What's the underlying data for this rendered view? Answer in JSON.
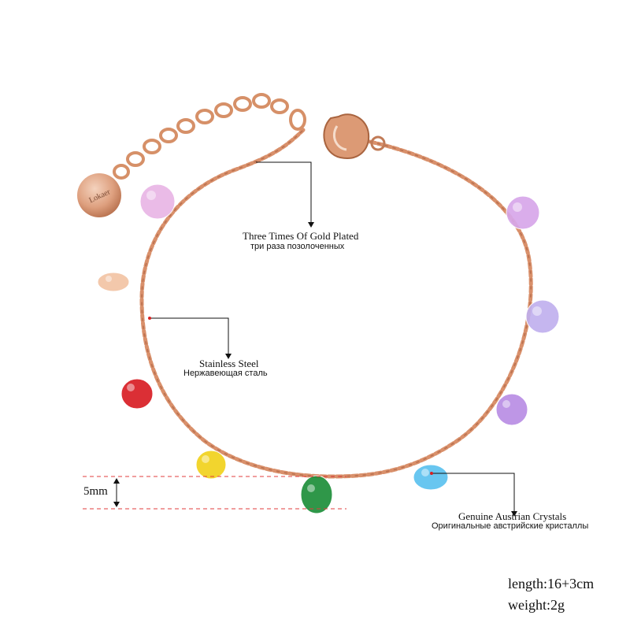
{
  "callouts": {
    "gold_plated": {
      "en": "Three Times Of Gold Plated",
      "ru": "три раза позолоченных"
    },
    "stainless_steel": {
      "en": "Stainless Steel",
      "ru": "Нержавеющая сталь"
    },
    "crystals": {
      "en": "Genuine Austrian Crystals",
      "ru": "Оригинальные австрийские кристаллы"
    }
  },
  "dimension": {
    "label": "5mm"
  },
  "specs": {
    "length": "length:16+3cm",
    "weight": "weight:2g"
  },
  "brand_tag": "Lokaer",
  "colors": {
    "chain": "#d9906b",
    "chain_dark": "#b86f4e",
    "dashed_guide": "#e23c3c"
  },
  "crystals": [
    {
      "color": "#e9b6e6"
    },
    {
      "color": "#f2c4a4"
    },
    {
      "color": "#d81e24"
    },
    {
      "color": "#f1d21d"
    },
    {
      "color": "#1e8f3a"
    },
    {
      "color": "#5cc2ef"
    },
    {
      "color": "#b98ee4"
    },
    {
      "color": "#c1b0ee"
    },
    {
      "color": "#d7a7ea"
    }
  ]
}
